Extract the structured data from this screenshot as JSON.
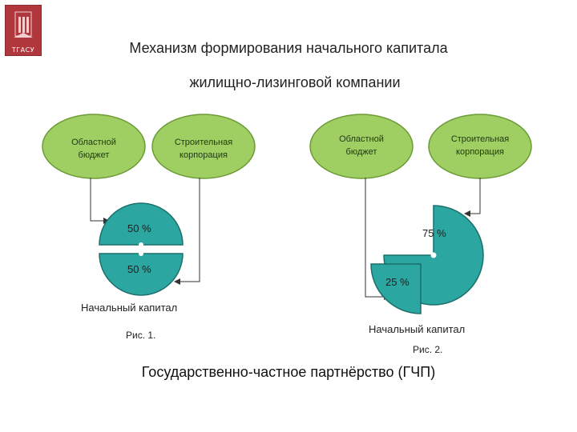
{
  "logo": {
    "text": "ТГАСУ"
  },
  "title": {
    "line1": "Механизм формирования начального капитала",
    "line2": "жилищно-лизинговой компании"
  },
  "figure1": {
    "source_left": "Областной бюджет",
    "source_right": "Строительная корпорация",
    "top_share": "50 %",
    "bottom_share": "50 %",
    "result": "Начальный капитал",
    "caption": "Рис. 1."
  },
  "figure2": {
    "source_left": "Областной бюджет",
    "source_right": "Строительная корпорация",
    "large_share": "75 %",
    "small_share": "25 %",
    "result": "Начальный капитал",
    "caption": "Рис. 2."
  },
  "footer": "Государственно-частное партнёрство (ГЧП)",
  "colors": {
    "oval_fill": "#9fce63",
    "oval_stroke": "#6b9a35",
    "teal_fill": "#2ba6a0",
    "teal_stroke": "#1c6f6b"
  }
}
